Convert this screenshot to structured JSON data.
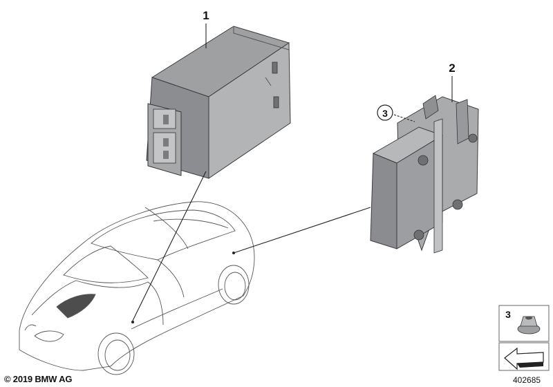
{
  "callouts": [
    "1",
    "2",
    "3"
  ],
  "legend": {
    "item_number": "3"
  },
  "copyright": "© 2019 BMW AG",
  "diagram_number": "402685"
}
